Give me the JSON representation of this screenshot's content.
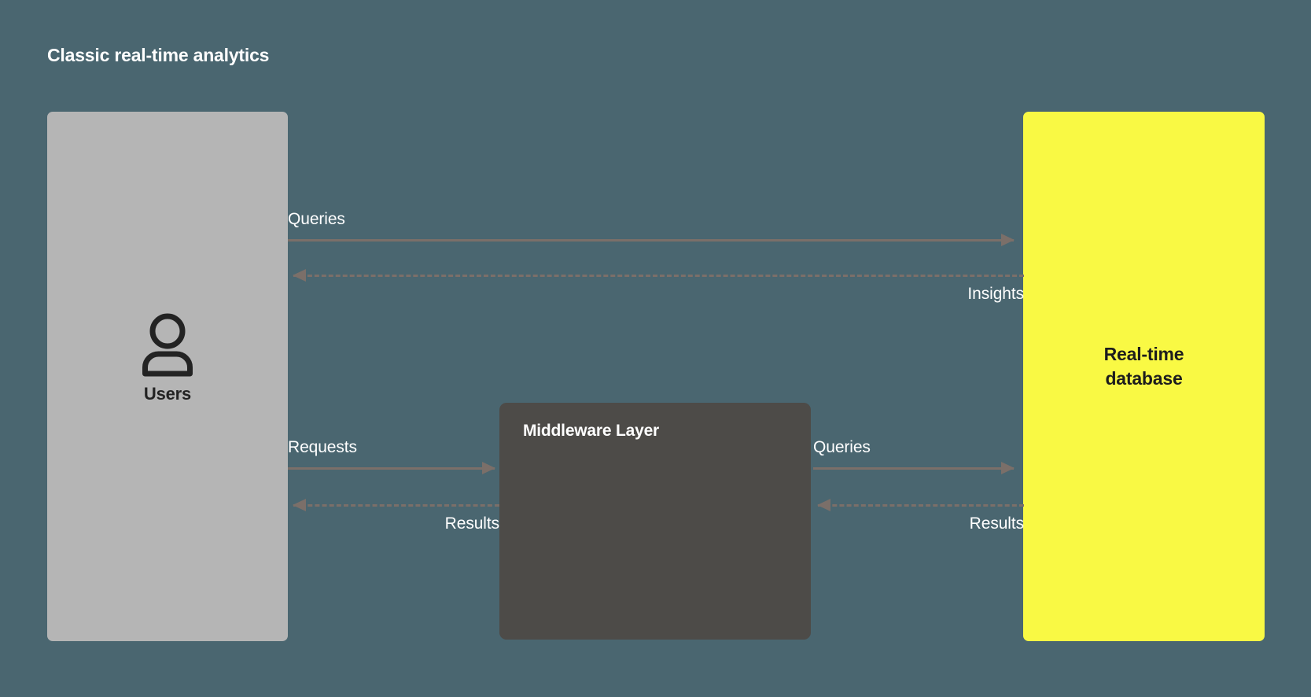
{
  "title": "Classic real-time analytics",
  "colors": {
    "background": "#4a6670",
    "users_box": "#b5b5b5",
    "middleware_box": "#4d4b48",
    "database_box": "#f9f944",
    "arrow": "#7b6f69",
    "label_text": "#ffffff",
    "dark_text": "#1d1d1d"
  },
  "nodes": {
    "users": {
      "label": "Users",
      "icon": "user-icon"
    },
    "middleware": {
      "label": "Middleware Layer"
    },
    "database": {
      "label_line1": "Real-time",
      "label_line2": "database"
    }
  },
  "edges": {
    "queries_top": {
      "label": "Queries",
      "style": "solid",
      "direction": "right",
      "from": "users",
      "to": "database"
    },
    "insights": {
      "label": "Insights",
      "style": "dashed",
      "direction": "left",
      "from": "database",
      "to": "users"
    },
    "requests": {
      "label": "Requests",
      "style": "solid",
      "direction": "right",
      "from": "users",
      "to": "middleware"
    },
    "results_left": {
      "label": "Results",
      "style": "dashed",
      "direction": "left",
      "from": "middleware",
      "to": "users"
    },
    "queries_right": {
      "label": "Queries",
      "style": "solid",
      "direction": "right",
      "from": "middleware",
      "to": "database"
    },
    "results_right": {
      "label": "Results",
      "style": "dashed",
      "direction": "left",
      "from": "database",
      "to": "middleware"
    }
  }
}
